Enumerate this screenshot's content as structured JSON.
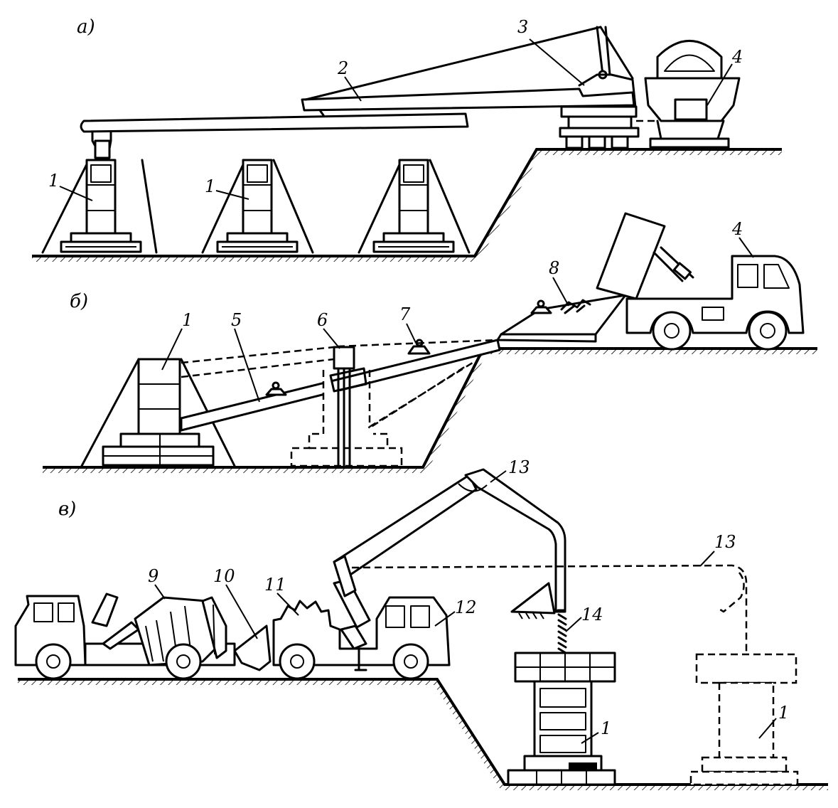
{
  "figure": {
    "panels": [
      {
        "id": "a",
        "label": "а)"
      },
      {
        "id": "b",
        "label": "б)"
      },
      {
        "id": "c",
        "label": "в)"
      }
    ],
    "callouts": {
      "a_1_left": "1",
      "a_1_mid": "1",
      "a_2": "2",
      "a_3": "3",
      "a_4": "4",
      "b_1": "1",
      "b_4": "4",
      "b_5": "5",
      "b_6": "6",
      "b_7": "7",
      "b_8": "8",
      "c_9": "9",
      "c_10": "10",
      "c_11": "11",
      "c_12": "12",
      "c_13_solid": "13",
      "c_13_dashed": "13",
      "c_14": "14",
      "c_1_solid": "1",
      "c_1_dashed": "1"
    }
  }
}
